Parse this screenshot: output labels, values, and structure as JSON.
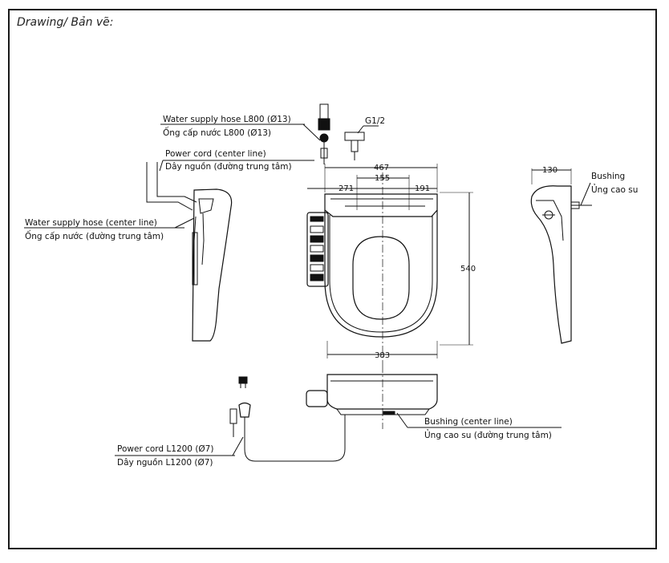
{
  "heading": "Drawing/ Bản vẽ:",
  "labels": {
    "water_hose_l800_en": "Water supply hose L800 (Ø13)",
    "water_hose_l800_vi": "Ống cấp nước L800 (Ø13)",
    "thread": "G1/2",
    "power_cord_center_en": "Power cord (center line)",
    "power_cord_center_vi": "Dây nguồn (đường trung tâm)",
    "water_hose_center_en": "Water supply hose (center line)",
    "water_hose_center_vi": "Ống cấp nước (đường trung tâm)",
    "bushing_en": "Bushing",
    "bushing_vi": "Ủng cao su",
    "bushing_center_en": "Bushing (center line)",
    "bushing_center_vi": "Ủng cao su (đường trung tâm)",
    "power_cord_l1200_en": "Power cord L1200 (Ø7)",
    "power_cord_l1200_vi": "Dây nguồn L1200 (Ø7)"
  },
  "dimensions": {
    "overall_width": "467",
    "left_offset": "271",
    "hole_spacing": "155",
    "right_offset": "191",
    "length": "540",
    "seat_width": "383",
    "side_depth": "130"
  }
}
